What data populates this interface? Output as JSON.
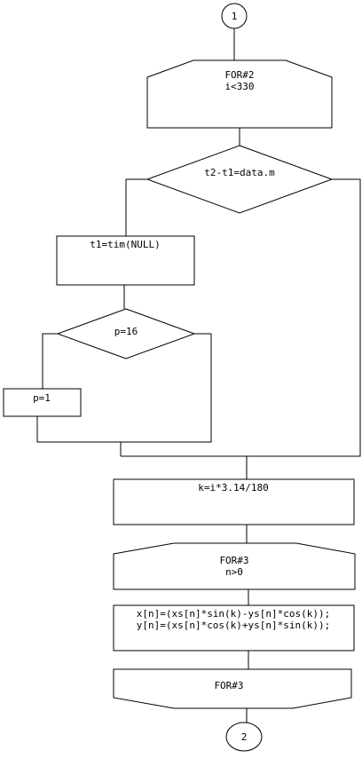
{
  "connector_top": "1",
  "connector_bottom": "2",
  "loop_start_1": {
    "line1": "FOR#2",
    "line2": "i<330"
  },
  "decision_time": "t2-t1=data.m",
  "process_timer": "t1=tim(NULL)",
  "decision_p": "p=16",
  "process_p": "p=1",
  "process_k": "k=i*3.14/180",
  "loop_start_2": {
    "line1": "FOR#3",
    "line2": "n>0"
  },
  "process_xy": {
    "line1": "x[n]=(xs[n]*sin(k)-ys[n]*cos(k));",
    "line2": "y[n]=(xs[n]*cos(k)+ys[n]*sin(k));"
  },
  "loop_end": "FOR#3"
}
